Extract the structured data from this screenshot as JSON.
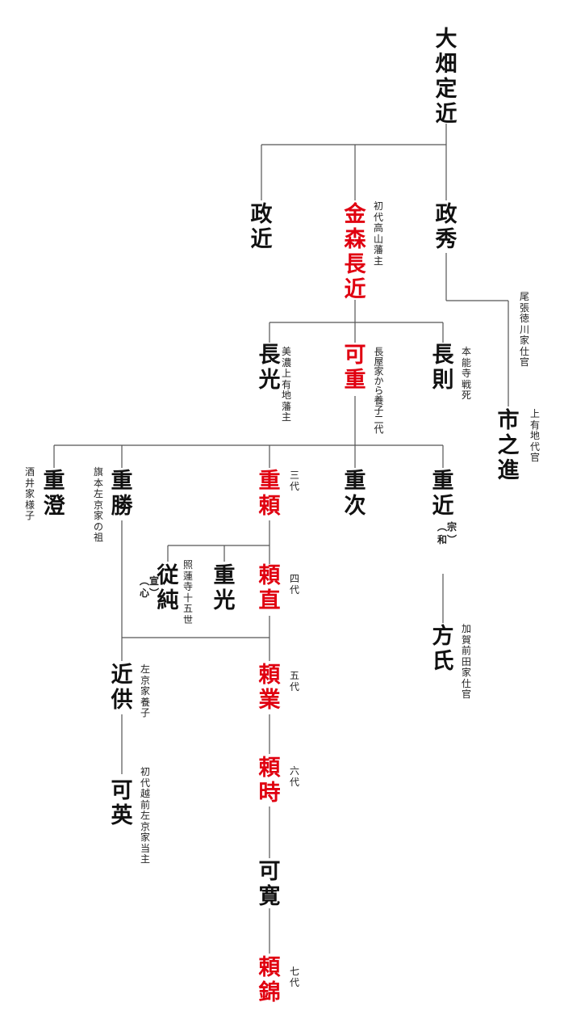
{
  "colors": {
    "main": "#111111",
    "heir": "#e00010",
    "line": "#555555"
  },
  "people": {
    "oohata_sadachika": "大畑定近",
    "masachika": "政近",
    "kanamori_nagachika": "金森長近",
    "masahide": "政秀",
    "nagamitsu": "長光",
    "yoshishige": "可重",
    "naganori": "長則",
    "ichinoshin": "市之進",
    "shigezumi": "重澄",
    "shigekatsu": "重勝",
    "shigeyori": "重頼",
    "shigetsugu": "重次",
    "shigechika": "重近",
    "yorinao": "頼直",
    "shigemitsu": "重光",
    "yorizumi": "従純",
    "hoshi": "方氏",
    "chikatomo": "近供",
    "yorinari": "頼業",
    "yoshifusa": "可英",
    "yoritoki": "頼時",
    "yoshihiro": "可寛",
    "yorikane": "頼錦"
  },
  "notes": {
    "kanamori_nagachika": "初代高山藩主",
    "masahide": "尾張徳川家仕官",
    "nagamitsu": "美濃上有地藩主",
    "yoshishige": "長屋家から養子二代",
    "naganori": "本能寺戦死",
    "ichinoshin": "上有地代官",
    "shigezumi": "酒井家様子",
    "shigekatsu": "旗本左京家の祖",
    "shigeyori": "三代",
    "shigechika_alias": "︵宗和︶",
    "yorinao": "四代",
    "yorizumi": "照蓮寺十五世",
    "yorizumi_alias": "︵宣心︶",
    "hoshi": "加賀前田家仕官",
    "chikatomo": "左京家養子",
    "yorinari": "五代",
    "yoshifusa": "初代越前左京家当主",
    "yoritoki": "六代",
    "yorikane": "七代"
  }
}
